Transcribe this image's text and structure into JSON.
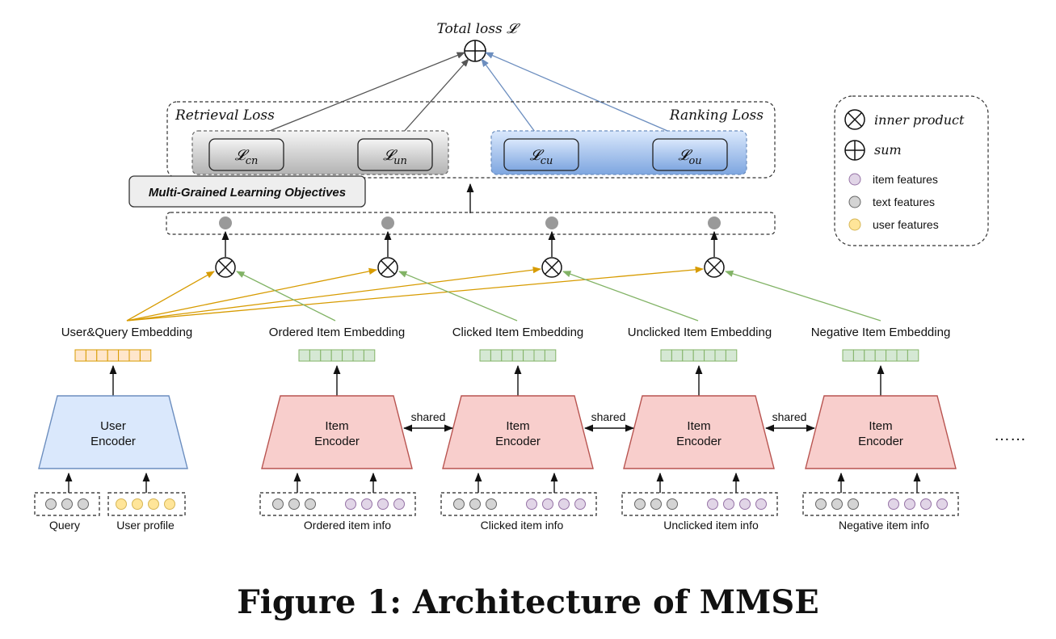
{
  "top": {
    "total_loss": "Total loss 𝓛"
  },
  "loss_panel": {
    "retrieval_label": "Retrieval Loss",
    "ranking_label": "Ranking Loss",
    "losses": [
      "𝓛cn",
      "𝓛un",
      "𝓛cu",
      "𝓛ou"
    ],
    "loss_main": "𝓛",
    "loss_subs": [
      "cn",
      "un",
      "cu",
      "ou"
    ]
  },
  "objectives_label": "Multi-Grained Learning Objectives",
  "legend": {
    "inner_product": "inner product",
    "sum": "sum",
    "item_features": "item features",
    "text_features": "text features",
    "user_features": "user features"
  },
  "embeddings": {
    "user_query": "User&Query Embedding",
    "ordered": "Ordered Item Embedding",
    "clicked": "Clicked Item Embedding",
    "unclicked": "Unclicked Item Embedding",
    "negative": "Negative Item Embedding"
  },
  "encoders": {
    "user_line1": "User",
    "user_line2": "Encoder",
    "item_line1": "Item",
    "item_line2": "Encoder",
    "shared": "shared"
  },
  "inputs": {
    "query": "Query",
    "user_profile": "User profile",
    "ordered_info": "Ordered item info",
    "clicked_info": "Clicked item info",
    "unclicked_info": "Unclicked item info",
    "negative_info": "Negative item info"
  },
  "ellipsis": "……",
  "caption": "Figure 1: Architecture of MMSE",
  "colors": {
    "user_fill": "#dae8fc",
    "user_stroke": "#6c8ebf",
    "item_fill": "#f8cecc",
    "item_stroke": "#b85450",
    "emb_green_fill": "#d5e8d4",
    "emb_green_stroke": "#82b366",
    "emb_orange_fill": "#ffe6cc",
    "emb_orange_stroke": "#d79b00",
    "arrow_orange": "#d79b00",
    "arrow_green": "#82b366",
    "arrow_blue": "#6c8ebf",
    "gray_dot": "#999999",
    "purple_dot": "#e1d5e7",
    "yellow_dot": "#ffe599"
  }
}
